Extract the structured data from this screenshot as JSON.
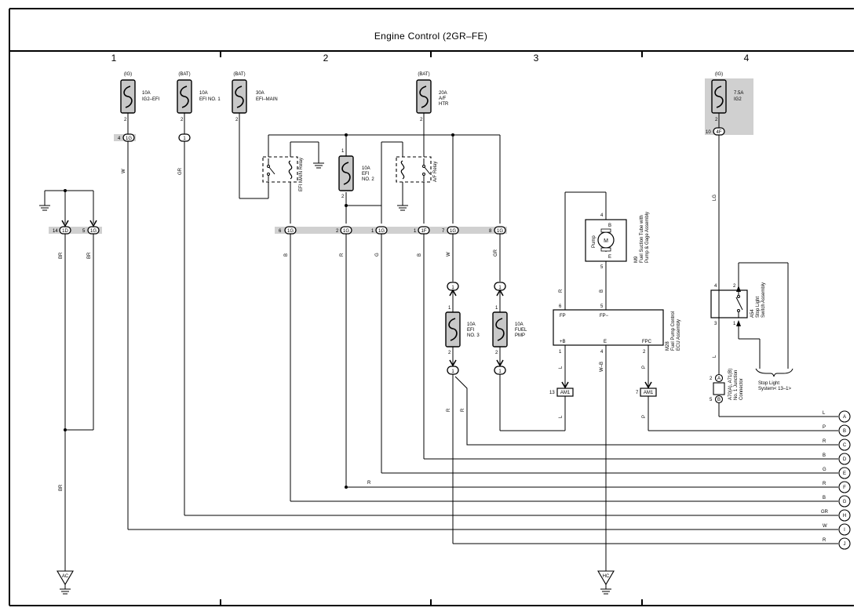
{
  "title": "Engine Control (2GR–FE)",
  "columns": [
    "1",
    "2",
    "3",
    "4"
  ],
  "fuses": [
    {
      "source": "(IG)",
      "rating": "10A",
      "name": "IG2–EFI",
      "pin": "2"
    },
    {
      "source": "(BAT)",
      "rating": "10A",
      "name": "EFI NO. 1",
      "pin": "2"
    },
    {
      "source": "(BAT)",
      "rating": "30A",
      "name": "EFI–MAIN",
      "pin": "2"
    },
    {
      "source": "(BAT)",
      "rating": "20A",
      "name": "A/F",
      "name2": "HTR",
      "pin": "2"
    },
    {
      "source": "(IG)",
      "rating": "7.5A",
      "name": "IG2",
      "pin": "2"
    }
  ],
  "inner_fuses": [
    {
      "rating": "10A",
      "name": "EFI",
      "name2": "NO. 2",
      "pin_top": "1",
      "pin_bottom": "2"
    },
    {
      "rating": "10A",
      "name": "EFI",
      "name2": "NO. 3",
      "pin_top": "1",
      "pin_bottom": "2"
    },
    {
      "rating": "10A",
      "name": "FUEL",
      "name2": "PMP",
      "pin_top": "1",
      "pin_bottom": "2"
    }
  ],
  "relays": {
    "efi_main": "EFI MAIN Relay",
    "af": "A/F Relay"
  },
  "top_connectors": [
    {
      "pin": "4",
      "id": "1G"
    },
    {
      "pin": "",
      "id": "1"
    },
    {
      "pin": "10",
      "id": "4F"
    }
  ],
  "bar_connectors": [
    {
      "pin": "14",
      "id": "1D"
    },
    {
      "pin": "5",
      "id": "1G"
    },
    {
      "pin": "6",
      "id": "1G"
    },
    {
      "pin": "2",
      "id": "1G"
    },
    {
      "pin": "1",
      "id": "1G"
    },
    {
      "pin": "1",
      "id": "1F"
    },
    {
      "pin": "7",
      "id": "1G"
    },
    {
      "pin": "8",
      "id": "1G"
    }
  ],
  "wire_colors": {
    "w_ig2": "W",
    "w_efi1": "GR",
    "w_br1": "BR",
    "w_br2": "BR",
    "w_br3": "BR",
    "w_b1": "B",
    "w_r1": "R",
    "w_g1": "G",
    "w_b2": "B",
    "w_w1": "W",
    "w_gr1": "GR",
    "w_r_fp": "R",
    "w_b_pump": "B",
    "w_l_ecu": "L",
    "w_wb": "W–B",
    "w_p_ecu": "P",
    "w_l2": "L",
    "w_p2": "P",
    "w_r3": "R",
    "w_r4": "R",
    "w_lg": "LG",
    "w_l_stop": "L"
  },
  "pump": {
    "label": "Pump",
    "motor": "M",
    "id": "M9",
    "desc1": "Fuel Suction Tube with",
    "desc2": "Pump & Gage Assembly",
    "pin_b": "B",
    "pin_e": "E",
    "pin4": "4",
    "pin5": "5"
  },
  "ecu": {
    "id": "M28",
    "desc1": "Fuel Pump Control",
    "desc2": "ECU Assembly",
    "fp": "FP",
    "fpm": "FP−",
    "plusb": "+B",
    "e": "E",
    "fpc": "FPC",
    "pin6": "6",
    "pin5": "5",
    "pin1": "1",
    "pin4": "4",
    "pin2": "2"
  },
  "am_connectors": [
    {
      "pin": "13",
      "id": "AM1"
    },
    {
      "pin": "7",
      "id": "AM1"
    }
  ],
  "stop_switch": {
    "id": "A54",
    "desc1": "Stop Light",
    "desc2": "Switch Assembly",
    "pin4": "4",
    "pin2": "2",
    "pin3": "3",
    "pin1": "1",
    "ref1": "Stop Light",
    "ref2": "System< 13–1>"
  },
  "junction": {
    "id": "A70(A), A71(B)",
    "desc1": "No. 1 Junction",
    "desc2": "Connector",
    "a": "A",
    "b": "B",
    "pin_a": "2",
    "pin_b": "5"
  },
  "grounds": [
    "AC",
    "HC"
  ],
  "right_terminals": [
    {
      "id": "A",
      "color": "L"
    },
    {
      "id": "B",
      "color": "P"
    },
    {
      "id": "C",
      "color": "R"
    },
    {
      "id": "D",
      "color": "B"
    },
    {
      "id": "E",
      "color": "G"
    },
    {
      "id": "F",
      "color": "R"
    },
    {
      "id": "G",
      "color": "B"
    },
    {
      "id": "H",
      "color": "GR"
    },
    {
      "id": "I",
      "color": "W"
    },
    {
      "id": "J",
      "color": "R"
    }
  ],
  "pin_labels": {
    "efi2_top": "1",
    "efi2_bot": "2",
    "upper_1a": "1",
    "upper_1b": "1",
    "lower_1a": "1",
    "lower_1b": "1"
  }
}
